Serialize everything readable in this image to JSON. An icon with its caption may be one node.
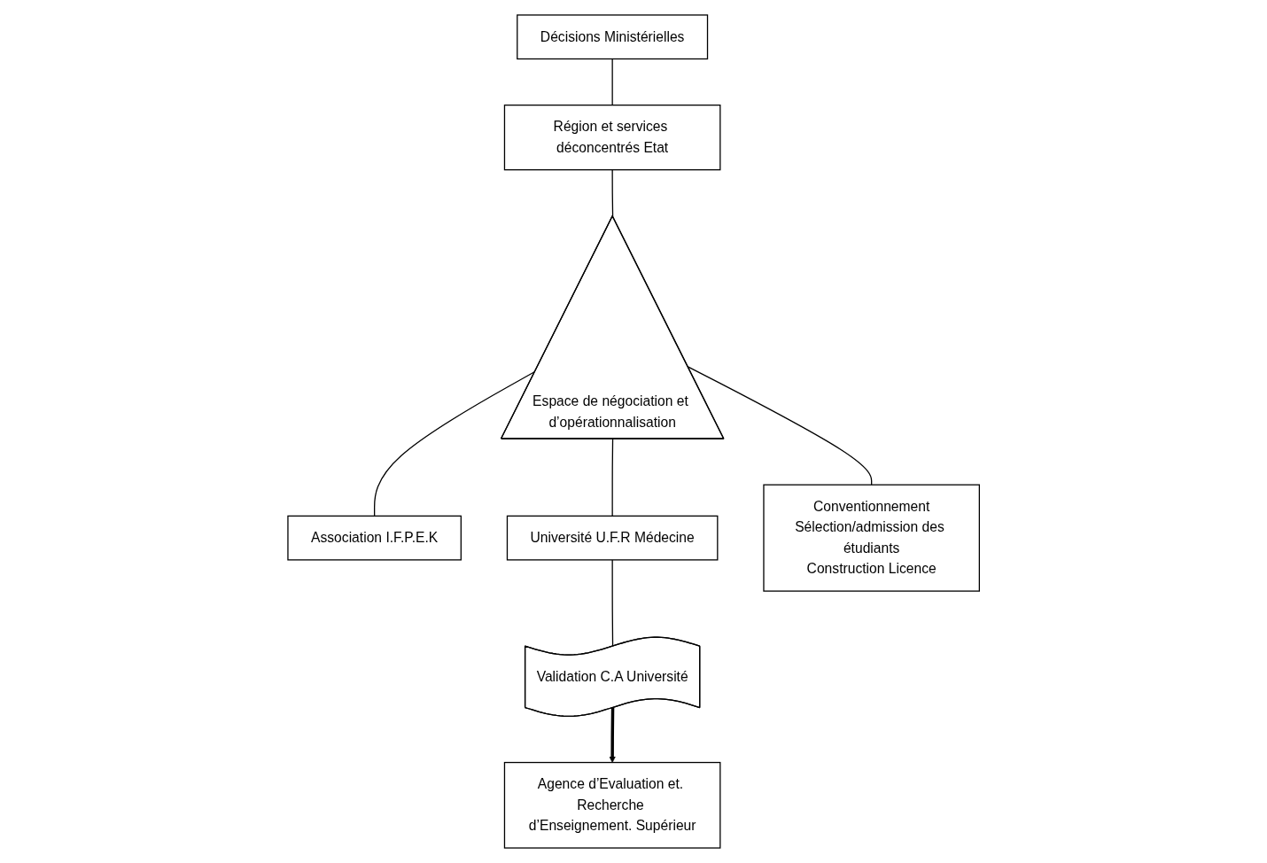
{
  "diagram": {
    "nodes": [
      {
        "text": [
          "Décisions Ministérielles"
        ]
      },
      {
        "text": [
          "Région et services déconcentrés Etat"
        ]
      },
      {
        "text": [
          "Agence d’Evaluation et. Recherche d’Enseignement. Supérieur"
        ]
      },
      {
        "text": [
          "Espace de négociation et d’opérationnalisation"
        ]
      },
      {
        "text": [
          "Association I.F.P.E.K"
        ]
      },
      {
        "text": [
          "Université U.F.R Médecine"
        ]
      },
      {
        "text": [
          "Conventionnement",
          "Sélection/admission des étudiants",
          "Construction Licence"
        ]
      },
      {
        "text": [
          "Validation C.A Université"
        ]
      }
    ],
    "edges": [
      {
        "from": 0,
        "to": 1,
        "arrow": "none"
      },
      {
        "from": 1,
        "to": 3,
        "arrow": "none"
      },
      {
        "from": 3,
        "to": 4,
        "arrow": "none"
      },
      {
        "from": 3,
        "to": 5,
        "arrow": "none"
      },
      {
        "from": 3,
        "to": 6,
        "arrow": "none"
      },
      {
        "from": 5,
        "to": 7,
        "arrow": "none"
      },
      {
        "from": 7,
        "to": 2,
        "arrow": "to",
        "style": "thick"
      }
    ]
  }
}
